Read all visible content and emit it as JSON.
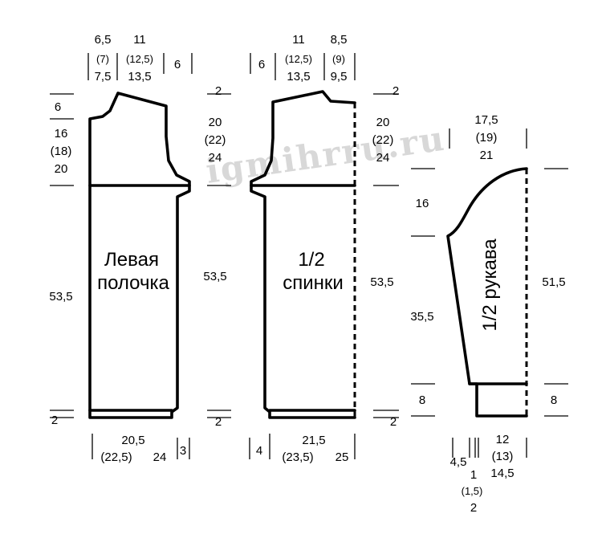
{
  "watermark": "igmihrru.ru",
  "front": {
    "title_line1": "Левая",
    "title_line2": "полочка",
    "top_a": [
      "6,5",
      "(7)",
      "7,5"
    ],
    "top_b": [
      "11",
      "(12,5)",
      "13,5"
    ],
    "top_c": "6",
    "left_top": "6",
    "left_armhole": [
      "16",
      "(18)",
      "20"
    ],
    "left_body": "53,5",
    "left_hem": "2",
    "right_top": "2",
    "right_armhole": [
      "20",
      "(22)",
      "24"
    ],
    "right_body": "53,5",
    "right_hem": "2",
    "bottom_width": [
      "20,5",
      "(22,5)",
      "24"
    ],
    "bottom_right": "3"
  },
  "back": {
    "title_line1": "1/2",
    "title_line2": "спинки",
    "top_a": "6",
    "top_b": [
      "11",
      "(12,5)",
      "13,5"
    ],
    "top_c": [
      "8,5",
      "(9)",
      "9,5"
    ],
    "right_top": "2",
    "right_armhole": [
      "20",
      "(22)",
      "24"
    ],
    "right_body": "53,5",
    "right_hem": "2",
    "bottom_left": "4",
    "bottom_width": [
      "21,5",
      "(23,5)",
      "25"
    ]
  },
  "sleeve": {
    "title": "1/2 рукава",
    "top_width": [
      "17,5",
      "(19)",
      "21"
    ],
    "left_cap": "16",
    "left_body": "35,5",
    "left_cuff": "8",
    "right_total": "51,5",
    "right_cuff": "8",
    "bottom_a": "4,5",
    "bottom_b": [
      "1",
      "(1,5)",
      "2"
    ],
    "bottom_c": [
      "12",
      "(13)",
      "14,5"
    ]
  }
}
